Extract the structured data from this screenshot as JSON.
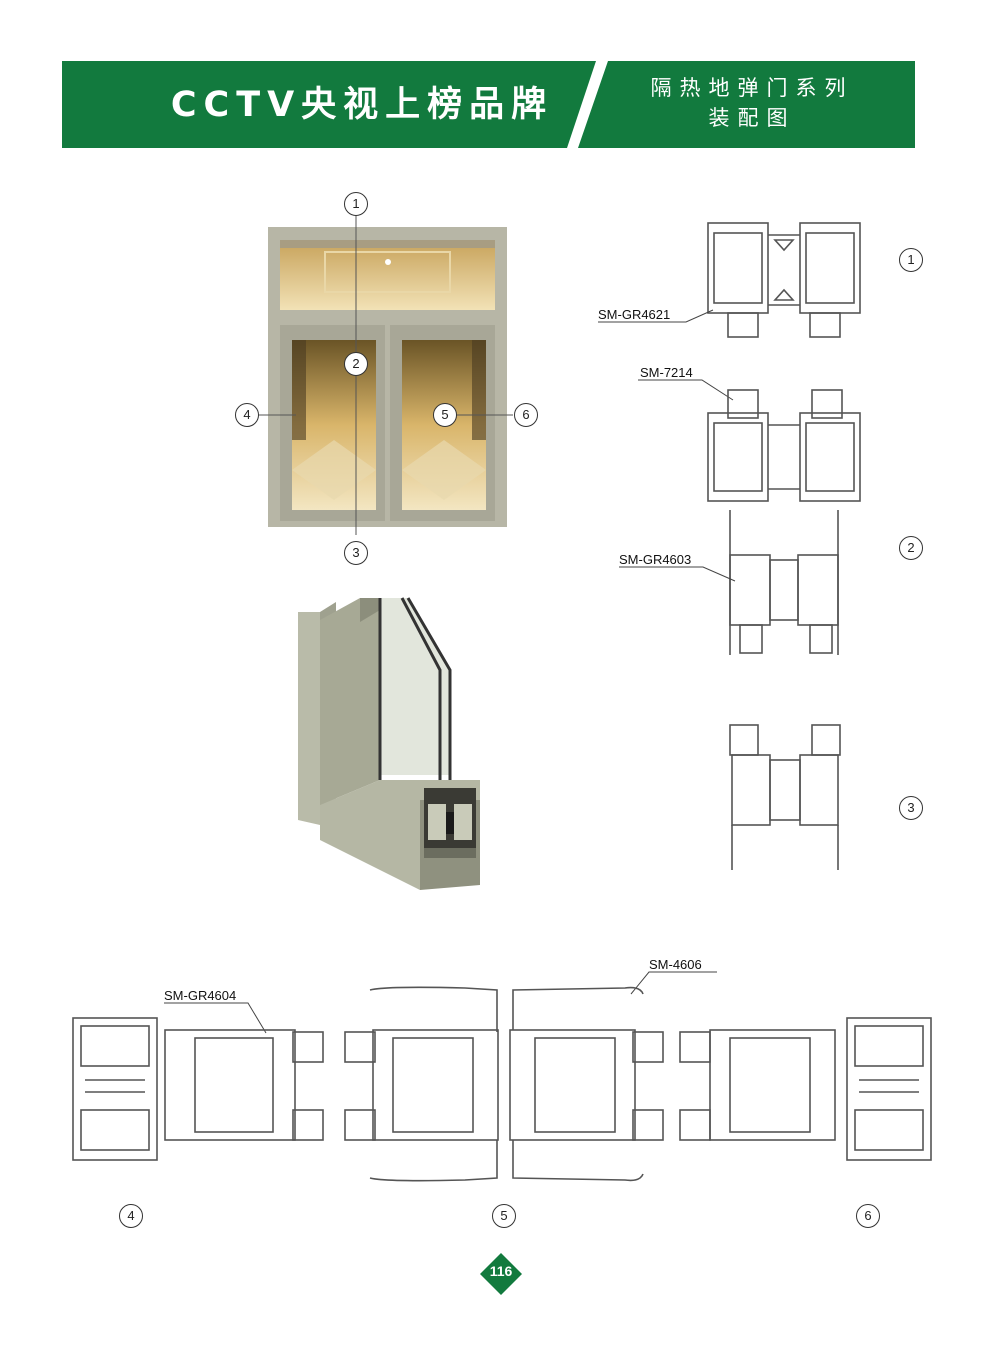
{
  "header": {
    "brand": "CCTV央视上榜品牌",
    "series_line1": "隔热地弹门系列",
    "series_line2": "装配图",
    "color": "#127a3e"
  },
  "door_callouts": [
    "1",
    "2",
    "3",
    "4",
    "5",
    "6"
  ],
  "section_callouts": {
    "s1": "1",
    "s2": "2",
    "s3": "3",
    "b4": "4",
    "b5": "5",
    "b6": "6"
  },
  "profile_labels": {
    "gr4621": "SM-GR4621",
    "m7214": "SM-7214",
    "gr4603": "SM-GR4603",
    "gr4604": "SM-GR4604",
    "m4606": "SM-4606"
  },
  "page_number": "116",
  "icons": {
    "door_photo": "door-elevation-image",
    "corner_section": "profile-corner-3d-image"
  }
}
